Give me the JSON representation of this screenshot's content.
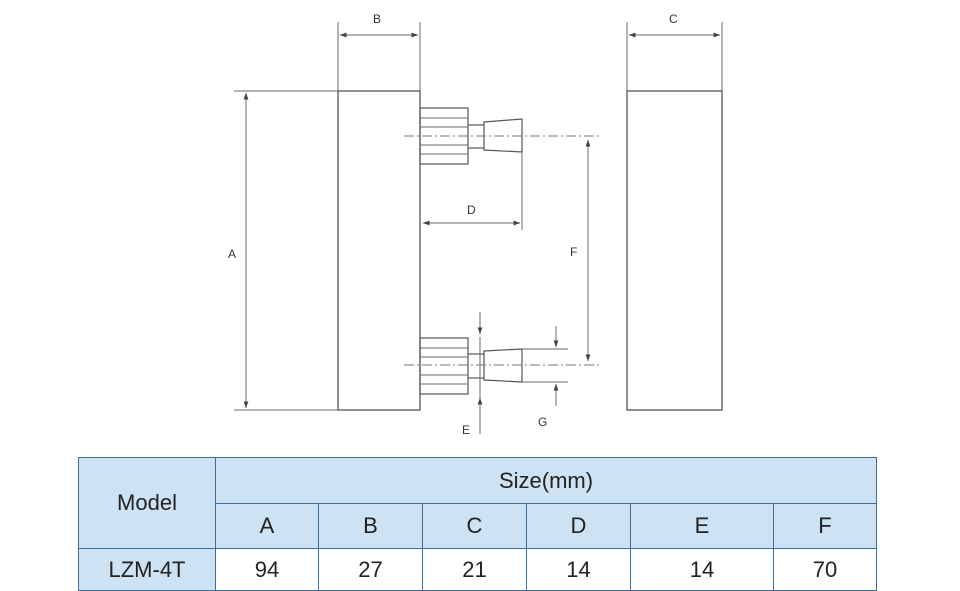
{
  "drawing": {
    "dimension_labels": {
      "A": "A",
      "B": "B",
      "C": "C",
      "D": "D",
      "E": "E",
      "F": "F",
      "G": "G"
    }
  },
  "table": {
    "model_header": "Model",
    "size_header": "Size(mm)",
    "columns": [
      "A",
      "B",
      "C",
      "D",
      "E",
      "F"
    ],
    "rows": [
      {
        "model": "LZM-4T",
        "values": [
          "94",
          "27",
          "21",
          "14",
          "14",
          "70"
        ]
      }
    ],
    "header_color": "#cde2f2",
    "border_color": "#3c6f9e"
  }
}
